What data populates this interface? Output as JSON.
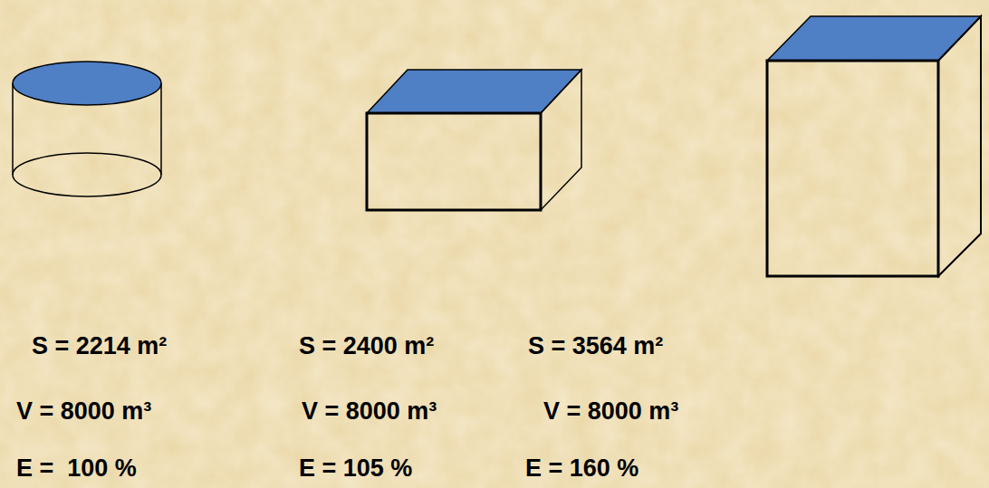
{
  "diagram": {
    "labels": [
      "S = 2214 m²",
      "S = 2400 m²",
      "S = 3564 m²",
      "V = 8000 m³",
      "V = 8000 m³",
      "V = 8000 m³",
      "E =  100 %",
      "E = 105 %",
      "E = 160 %"
    ]
  }
}
